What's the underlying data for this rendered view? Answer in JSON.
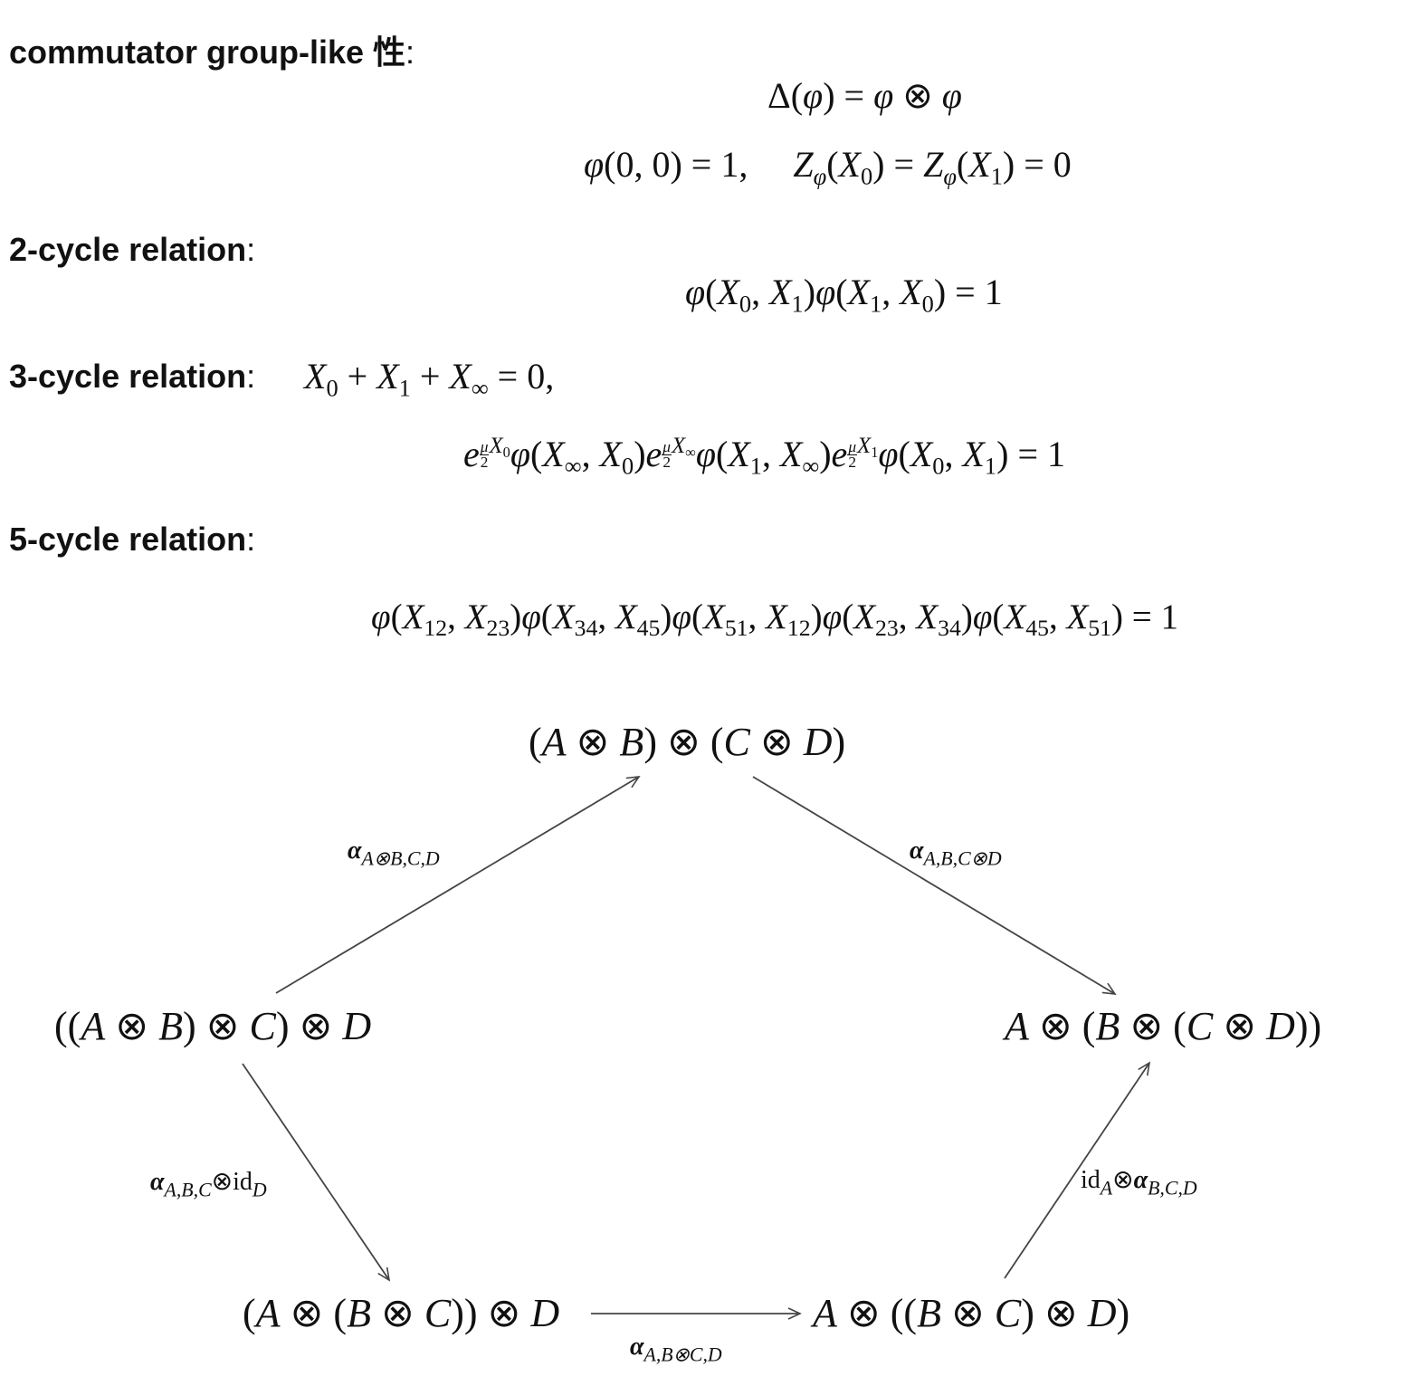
{
  "sections": {
    "group_like": {
      "label": "commutator group-like 性",
      "colon": ":"
    },
    "two_cycle": {
      "label": "2-cycle relation",
      "colon": ":"
    },
    "three_cycle": {
      "label": "3-cycle relation",
      "colon": ":"
    },
    "five_cycle": {
      "label": "5-cycle relation",
      "colon": ":"
    }
  },
  "equations": {
    "coproduct": "Δ(φ) = φ ⊗ φ",
    "normalization": "φ(0, 0) = 1,     Z_φ(X_0) = Z_φ(X_1) = 0",
    "two_cycle": "φ(X_0, X_1)φ(X_1, X_0) = 1",
    "three_cycle_constraint": "X_0 + X_1 + X_∞ = 0,",
    "three_cycle": "e^{μ/2 X_0}φ(X_∞, X_0)e^{μ/2 X_∞}φ(X_1, X_∞)e^{μ/2 X_1}φ(X_0, X_1) = 1",
    "five_cycle": "φ(X_12, X_23)φ(X_34, X_45)φ(X_51, X_12)φ(X_23, X_34)φ(X_45, X_51) = 1"
  },
  "pentagon": {
    "nodes": {
      "top": "(A ⊗ B) ⊗ (C ⊗ D)",
      "left": "((A ⊗ B) ⊗ C) ⊗ D",
      "right": "A ⊗ (B ⊗ (C ⊗ D))",
      "bottom_left": "(A ⊗ (B ⊗ C)) ⊗ D",
      "bottom_right": "A ⊗ ((B ⊗ C) ⊗ D)"
    },
    "arrows": {
      "left_to_top": "α_{A⊗B,C,D}",
      "top_to_right": "α_{A,B,C⊗D}",
      "left_to_bottom_left": "α_{A,B,C}⊗id_D",
      "bottom_left_to_bottom_right": "α_{A,B⊗C,D}",
      "bottom_right_to_right": "id_A⊗α_{B,C,D}"
    },
    "stroke_color": "#444444"
  }
}
